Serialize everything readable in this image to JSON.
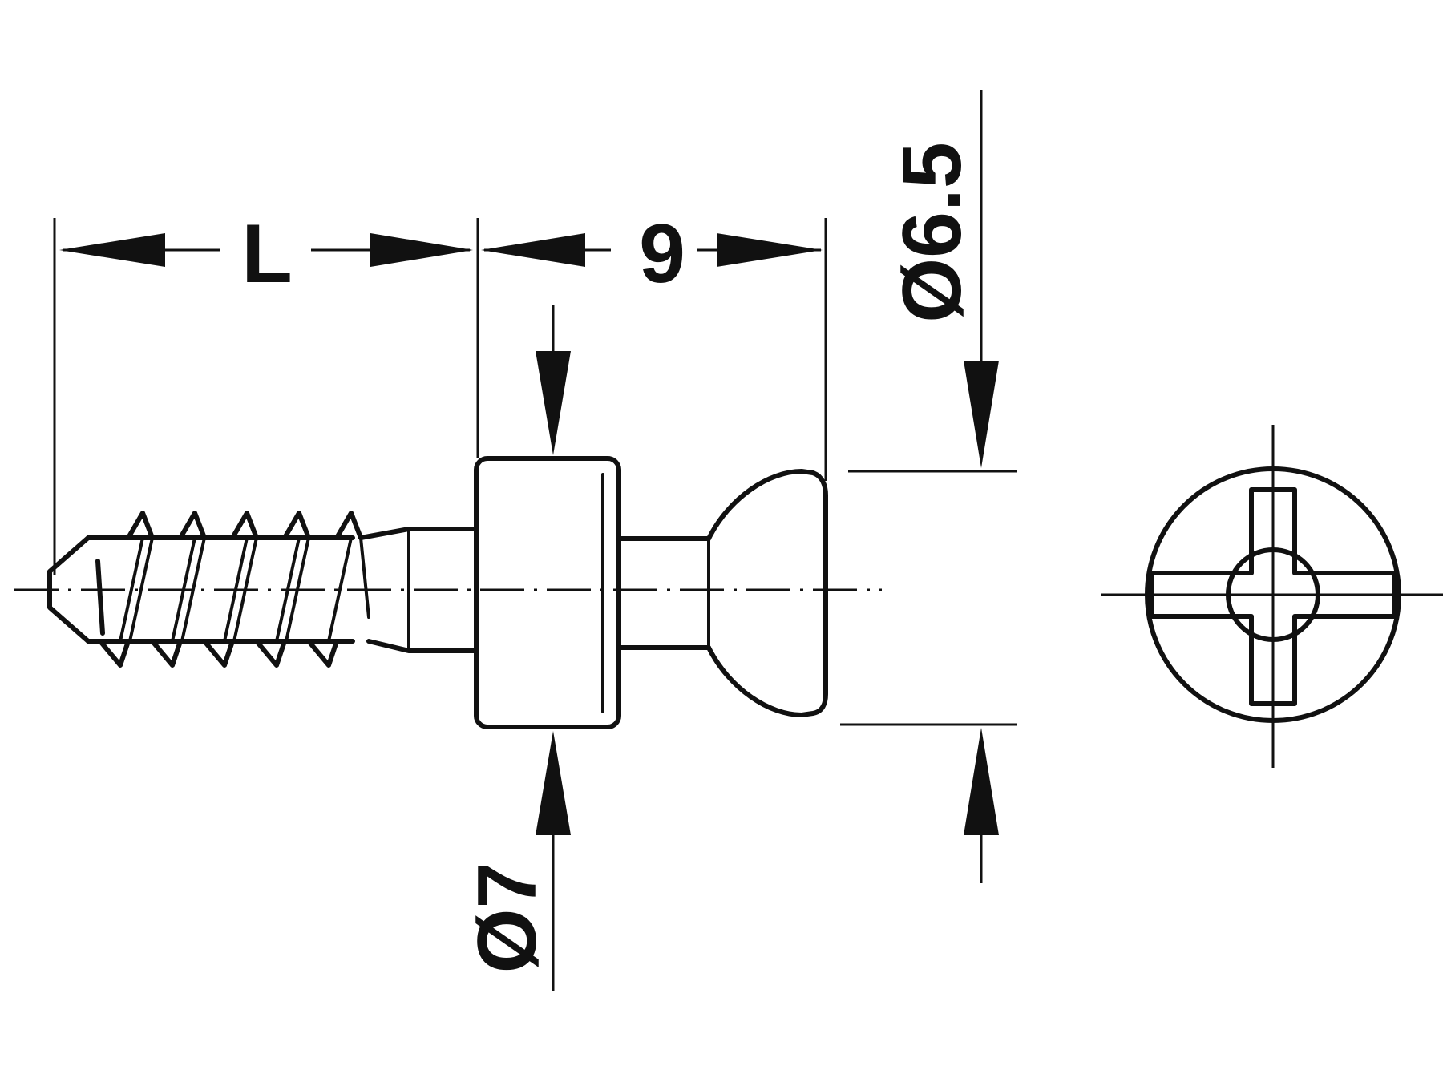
{
  "dimensions": {
    "length_label": "L",
    "head_length_label": "9",
    "head_diameter_label": "Ø6.5",
    "collar_diameter_label": "Ø7"
  },
  "colors": {
    "line": "#111111",
    "background": "#ffffff"
  }
}
